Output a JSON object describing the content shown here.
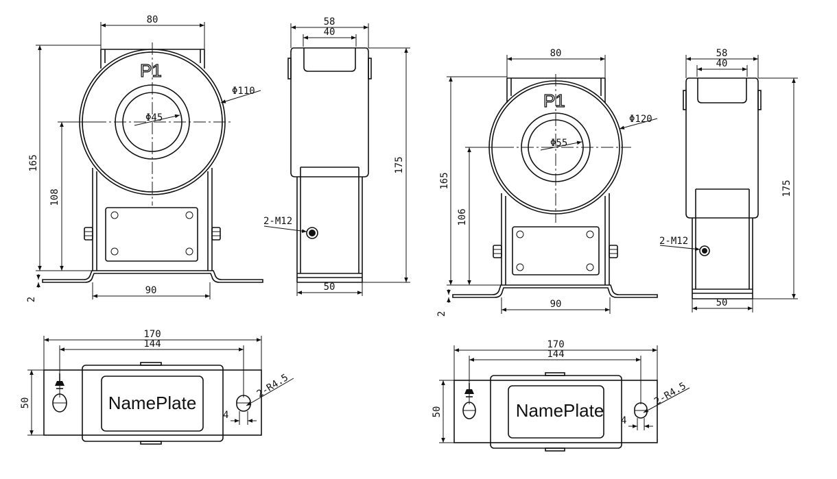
{
  "views": [
    {
      "width": "80",
      "height": "165",
      "center_height": "108",
      "outer_dia": "Φ110",
      "inner_dia": "Φ45",
      "base_width": "90",
      "base_thickness": "2",
      "terminal": "P1",
      "side_outer": "58",
      "side_inner": "40",
      "side_height": "175",
      "side_base": "50",
      "bolt": "2-M12",
      "plan_total": "170",
      "plan_hole_span": "144",
      "plan_depth": "50",
      "plan_slot": "2-R4.5",
      "plan_gap": "4",
      "nameplate": "NamePlate"
    },
    {
      "width": "80",
      "height": "165",
      "center_height": "106",
      "outer_dia": "Φ120",
      "inner_dia": "Φ55",
      "base_width": "90",
      "base_thickness": "2",
      "terminal": "P1",
      "side_outer": "58",
      "side_inner": "40",
      "side_height": "175",
      "side_base": "50",
      "bolt": "2-M12",
      "plan_total": "170",
      "plan_hole_span": "144",
      "plan_depth": "50",
      "plan_slot": "2-R4.5",
      "plan_gap": "4",
      "nameplate": "NamePlate"
    }
  ]
}
